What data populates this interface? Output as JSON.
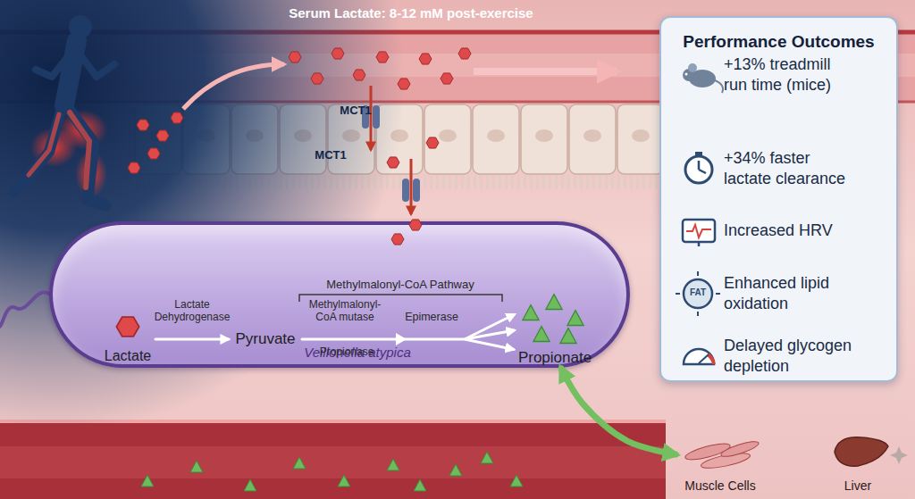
{
  "diagram": {
    "nodes": [
      {
        "text": [
          "Veillonella atypica"
        ]
      },
      {
        "text": [
          "Lactate"
        ],
        "in": 0
      },
      {
        "text": [
          "Pyruvate"
        ],
        "in": 0
      },
      {
        "text": [
          "Propionate"
        ],
        "in": 0
      },
      {
        "text": [
          "Performance Outcomes"
        ]
      },
      {
        "text": [
          "+13% treadmill run time (mice)"
        ],
        "in": 4
      },
      {
        "text": [
          "+34% faster lactate clearance"
        ],
        "in": 4
      },
      {
        "text": [
          "Increased HRV"
        ],
        "in": 4
      },
      {
        "text": [
          "Enhanced lipid oxidation"
        ],
        "in": 4
      },
      {
        "text": [
          "Delayed glycogen depletion"
        ],
        "in": 4
      },
      {
        "text": [
          "Muscle Cells"
        ]
      },
      {
        "text": [
          "Liver"
        ]
      }
    ],
    "edges": [
      {
        "from": 1,
        "to": 2,
        "label": "Lactate Dehydrogenase",
        "arrow": "to"
      },
      {
        "from": 2,
        "to": 3,
        "label": "Methylmalonyl-CoA mutase",
        "arrow": "to"
      },
      {
        "from": 3,
        "to": 10,
        "arrow": "both"
      }
    ],
    "labels": [
      "Serum Lactate: 8-12 mM post-exercise",
      "MCT1",
      "MCT1",
      "Methylmalonyl-CoA Pathway",
      "Epimerase",
      "Propionase",
      "FAT"
    ]
  }
}
